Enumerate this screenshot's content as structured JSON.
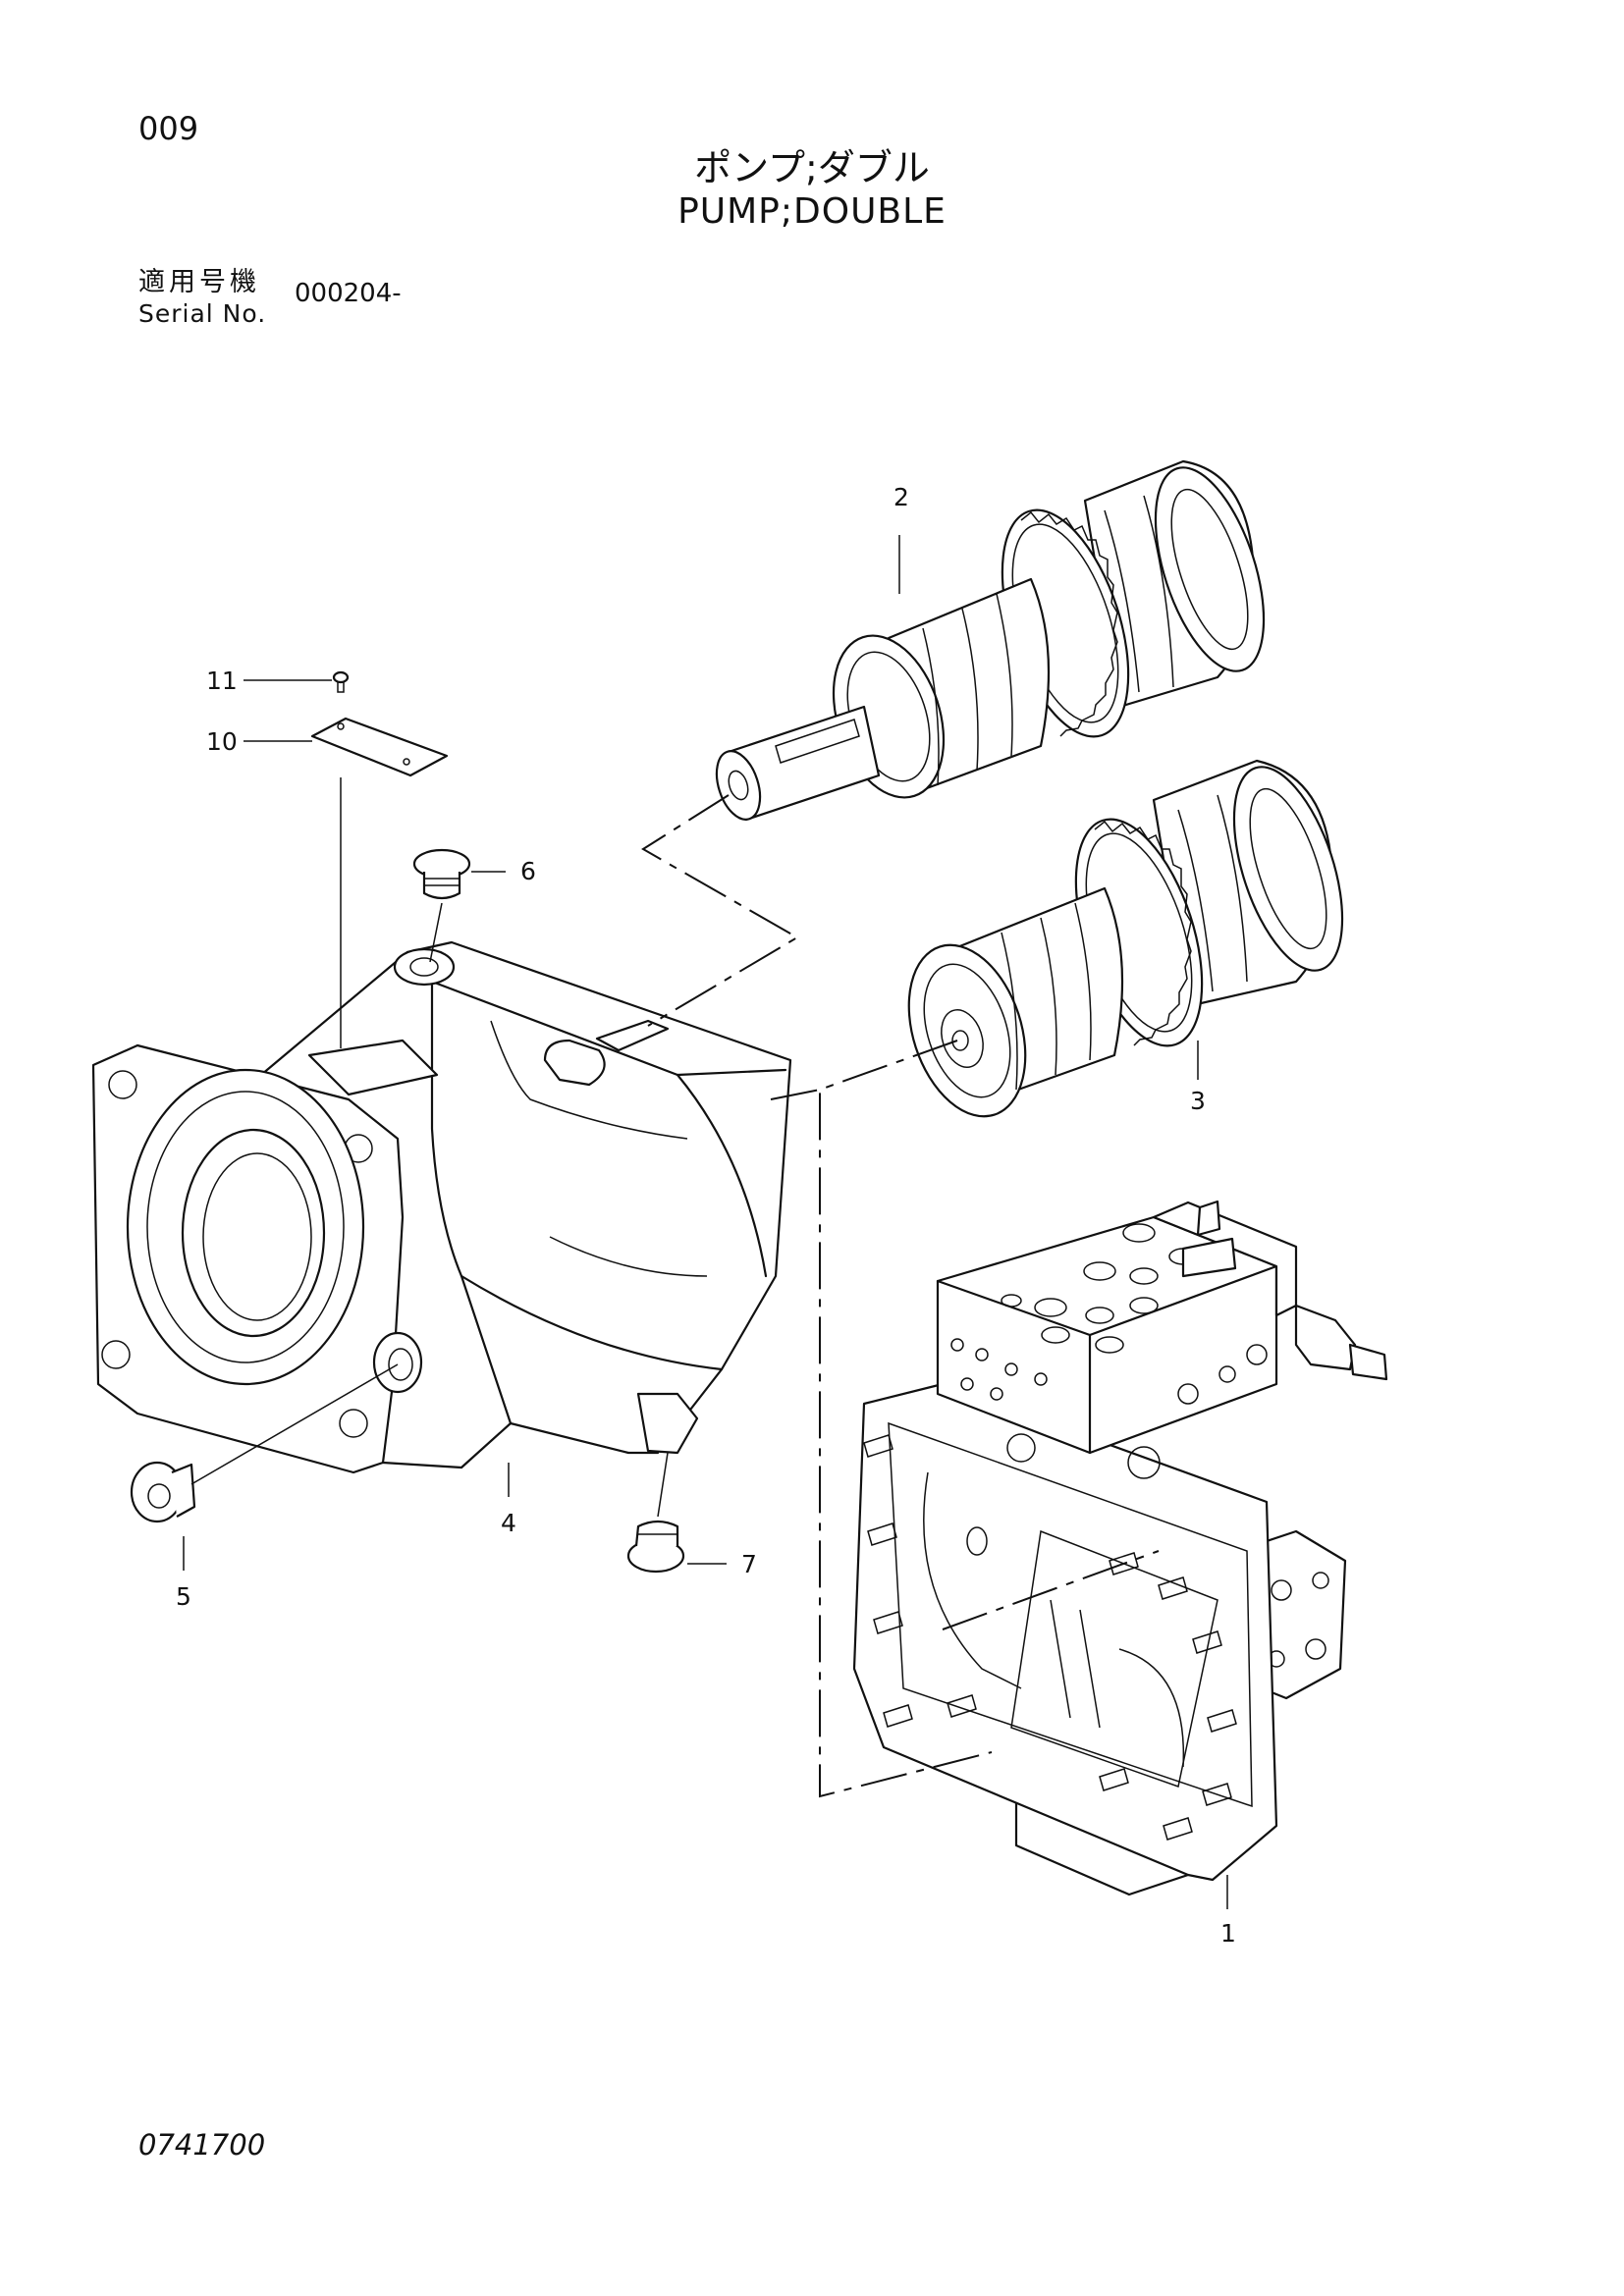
{
  "header": {
    "page_number": "009",
    "title_jp": "ポンプ;ダブル",
    "title_en": "PUMP;DOUBLE"
  },
  "serial": {
    "label_jp": "適用号機",
    "label_en": "Serial No.",
    "value": "000204-"
  },
  "callouts": [
    "1",
    "2",
    "3",
    "4",
    "5",
    "6",
    "7",
    "10",
    "11"
  ],
  "footer": {
    "doc_code": "0741700"
  }
}
